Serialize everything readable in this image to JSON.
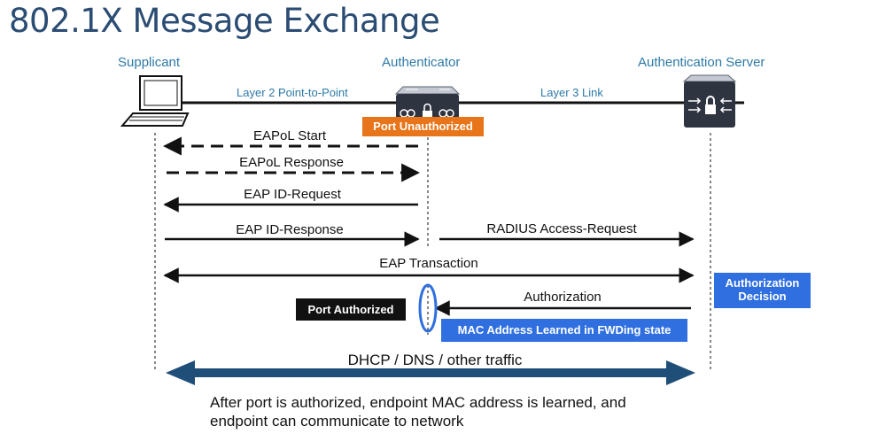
{
  "title": "802.1X Message Exchange",
  "actors": {
    "supplicant": "Supplicant",
    "authenticator": "Authenticator",
    "server": "Authentication Server"
  },
  "links": {
    "l2": "Layer 2 Point-to-Point",
    "l3": "Layer 3 Link"
  },
  "messages": {
    "eapol_start": "EAPoL Start",
    "eapol_response": "EAPoL Response",
    "eap_id_request": "EAP ID-Request",
    "eap_id_response": "EAP ID-Response",
    "radius_request": "RADIUS Access-Request",
    "eap_transaction": "EAP Transaction",
    "authorization": "Authorization",
    "dhcp": "DHCP / DNS / other traffic"
  },
  "badges": {
    "port_unauthorized": "Port Unauthorized",
    "port_authorized": "Port Authorized",
    "authorization_decision_1": "Authorization",
    "authorization_decision_2": "Decision",
    "mac_learned": "MAC Address Learned in FWDing state"
  },
  "footer": {
    "line1": "After port is authorized, endpoint MAC address is learned, and",
    "line2": "endpoint can communicate to network"
  },
  "colors": {
    "title": "#2b4c73",
    "actor_label": "#2e7aa8",
    "orange_badge": "#e8751a",
    "blue_badge": "#2f6fe0",
    "dhcp_arrow": "#1f4e79",
    "highlight_ellipse": "#2f6fe0"
  }
}
